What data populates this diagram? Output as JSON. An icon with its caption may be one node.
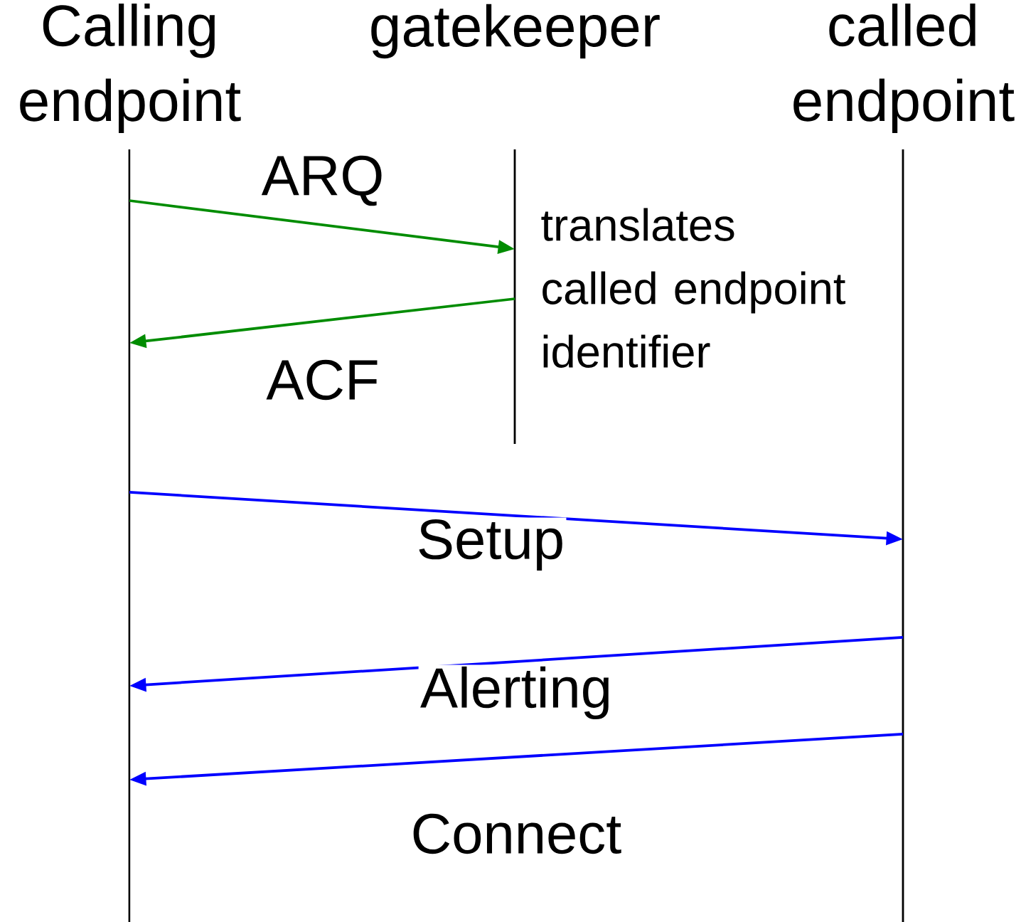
{
  "diagram": {
    "nodes": [
      {
        "text": [
          "Calling endpoint"
        ]
      },
      {
        "text": [
          "gatekeeper"
        ]
      },
      {
        "text": [
          "called endpoint"
        ]
      }
    ],
    "edges": [
      {
        "from": 0,
        "to": 1,
        "arrow": "to",
        "label": "ARQ",
        "color": "#008c00"
      },
      {
        "from": 1,
        "to": 0,
        "arrow": "to",
        "label": "ACF",
        "color": "#008c00"
      },
      {
        "from": 0,
        "to": 2,
        "arrow": "to",
        "label": "Setup"
      },
      {
        "from": 2,
        "to": 0,
        "arrow": "to",
        "label": "Alerting"
      },
      {
        "from": 2,
        "to": 0,
        "arrow": "to",
        "label": "Connect"
      }
    ],
    "labels": [
      "translates called endpoint identifier"
    ]
  }
}
